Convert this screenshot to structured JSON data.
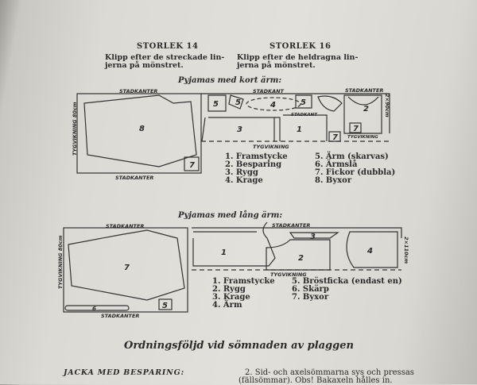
{
  "header": {
    "size14": {
      "title": "STORLEK 14",
      "line1": "Klipp efter de streckade lin-",
      "line2": "jerna på mönstret."
    },
    "size16": {
      "title": "STORLEK 16",
      "line1": "Klipp efter de heldragna lin-",
      "line2": "jerna på mönstret."
    }
  },
  "short": {
    "caption": "Pyjamas med kort ärm:",
    "labels": {
      "selvage": "STADKANTER",
      "selvage2": "STADKANT",
      "selvage3": "STADKANTER",
      "fold": "TYGVIKNING",
      "fold_left": "TYGVIKNING 80cm",
      "width": "2×90cm",
      "bottom": "STADKANTER",
      "inner": "STADKANT"
    },
    "pieces": [
      "8",
      "7",
      "5",
      "5",
      "4",
      "5",
      "3",
      "1",
      "2",
      "7",
      "7"
    ],
    "legend": [
      "1.  Framstycke",
      "2.  Besparing",
      "3.  Rygg",
      "4.  Krage",
      "5.  Ärm (skarvas)",
      "6.  Ärmslå",
      "7.  Fickor (dubbla)",
      "8.  Byxor"
    ]
  },
  "long": {
    "caption": "Pyjamas med lång ärm:",
    "labels": {
      "selvage": "STADKANTER",
      "selvage2": "STADKANTER",
      "fold": "TYGVIKNING",
      "fold_left": "TYGVIKNING 80cm",
      "width": "2×110cm",
      "bottom": "STADKANTER"
    },
    "pieces": [
      "7",
      "6",
      "5",
      "1",
      "3",
      "2",
      "4"
    ],
    "legend": [
      "1.  Framstycke",
      "2.  Rygg",
      "3.  Krage",
      "4.  Ärm",
      "5.  Bröstficka (endast en)",
      "6.  Skärp",
      "7.  Byxor"
    ]
  },
  "section": {
    "title": "Ordningsföljd vid sömnaden av plaggen",
    "subtitle": "JACKA MED BESPARING:",
    "text1": "2. Sid- och axelsömmarna sys och pressas",
    "text2": "(fällsömmar). Obs! Bakaxeln hålles in."
  }
}
